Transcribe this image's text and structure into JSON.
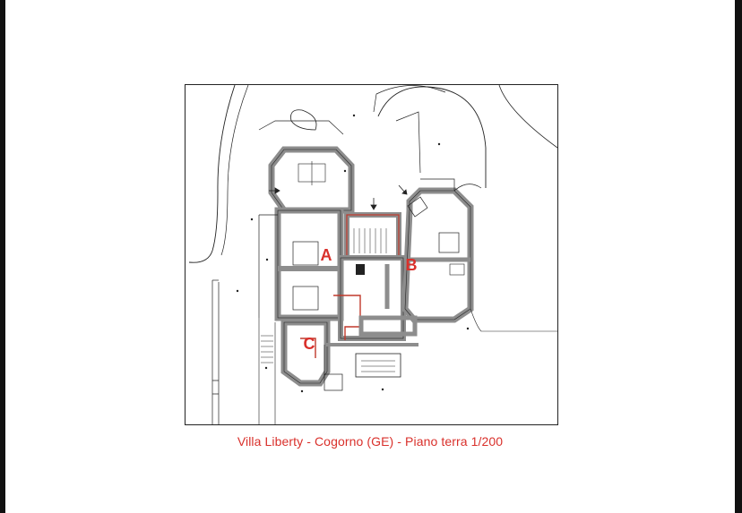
{
  "document": {
    "caption": "Villa Liberty - Cogorno (GE) - Piano terra 1/200",
    "colors": {
      "caption": "#d9302b",
      "wall": "#8d8d8d",
      "outline": "#222222",
      "marker": "#d9302b",
      "paper": "#ffffff",
      "background": "#1a1a1a"
    }
  },
  "plan": {
    "markers": [
      {
        "label": "A"
      },
      {
        "label": "B"
      },
      {
        "label": "C"
      }
    ]
  }
}
